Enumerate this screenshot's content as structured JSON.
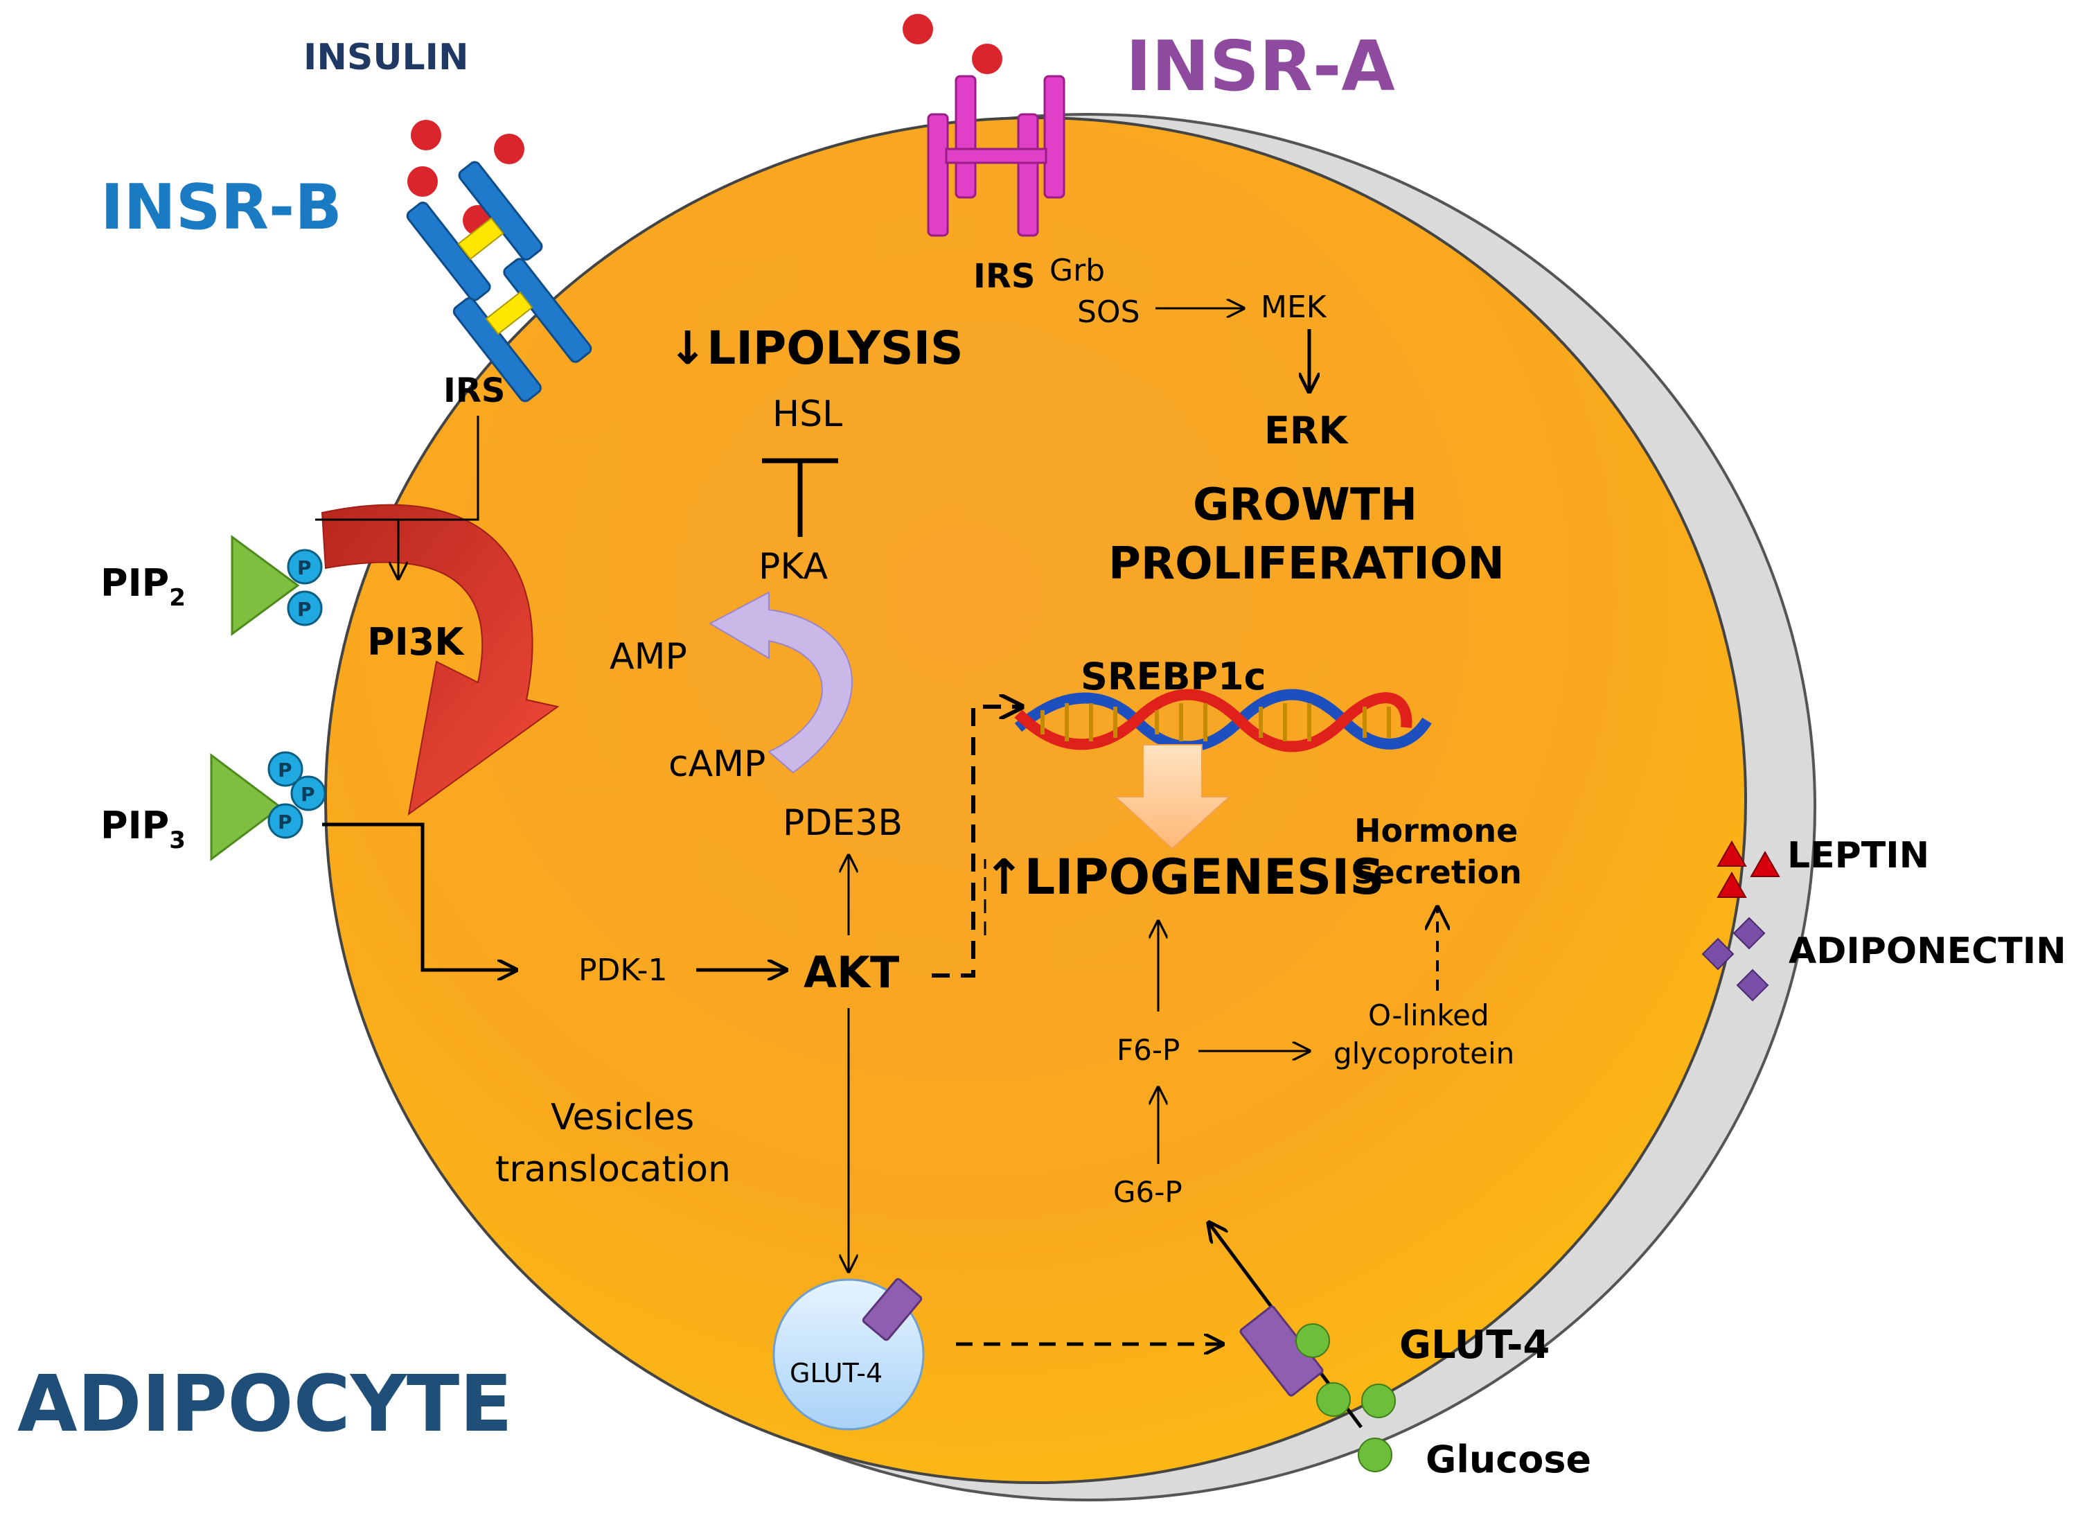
{
  "labels": {
    "insulin": "INSULIN",
    "insr_a": "INSR-A",
    "insr_b": "INSR-B",
    "adipocyte": "ADIPOCYTE",
    "irs_left": "IRS",
    "irs_right": "IRS",
    "grb": "Grb",
    "sos": "SOS",
    "mek": "MEK",
    "erk": "ERK",
    "growth": "GROWTH",
    "proliferation": "PROLIFERATION",
    "lipolysis": "↓LIPOLYSIS",
    "hsl": "HSL",
    "pka": "PKA",
    "amp": "AMP",
    "camp": "cAMP",
    "pde3b": "PDE3B",
    "pip2": "PIP",
    "pip2_sub": "2",
    "pip3": "PIP",
    "pip3_sub": "3",
    "pi3k": "PI3K",
    "pdk1": "PDK-1",
    "akt": "AKT",
    "srebp1c": "SREBP1c",
    "lipogenesis": "↑LIPOGENESIS",
    "hormone_line1": "Hormone",
    "hormone_line2": "secretion",
    "olinked_line1": "O-linked",
    "olinked_line2": "glycoprotein",
    "f6p": "F6-P",
    "g6p": "G6-P",
    "vesicles_line1": "Vesicles",
    "vesicles_line2": "translocation",
    "glut4_vesicle": "GLUT-4",
    "glut4_membrane": "GLUT-4",
    "glucose": "Glucose",
    "leptin": "LEPTIN",
    "adiponectin": "ADIPONECTIN",
    "phosphate": "P"
  },
  "colors": {
    "cell_fill_top": "#F7941D",
    "cell_fill_bottom": "#FFC000",
    "membrane": "#D9D9D9",
    "insulin": "#D9252B",
    "insr_b_receptor": "#1F7ACC",
    "insr_a_receptor": "#E040C8",
    "insr_b_text": "#1B7BC2",
    "insr_a_text": "#8E4A9E",
    "adipocyte_text": "#1F4E79",
    "insulin_text": "#1F3864",
    "pip_triangle": "#7FBF3F",
    "phosphate": "#1FA9E0",
    "red_arrow": "#E03A2E",
    "lavender_arrow": "#C9B8E8",
    "leptin": "#D9000D",
    "adiponectin": "#7A4FA8",
    "glucose": "#6DBE3A",
    "glut4_vesicle": "#CFE8FF",
    "glut4_transporter": "#8E5FB0"
  }
}
